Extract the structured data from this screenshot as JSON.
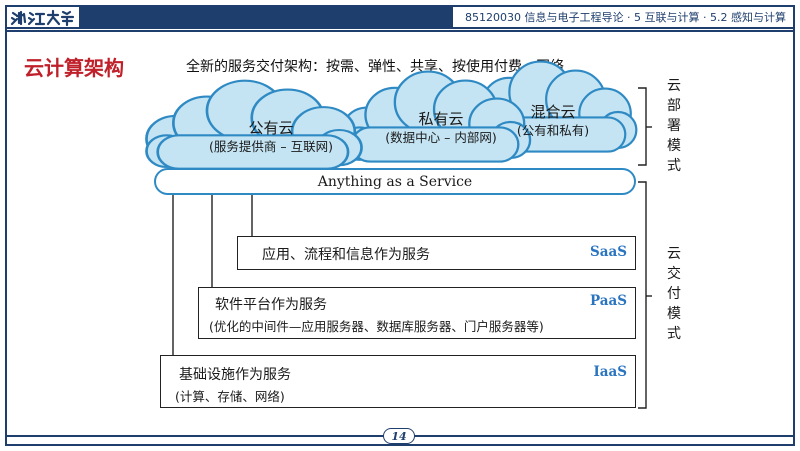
{
  "header": {
    "course_info": "85120030  信息与电子工程导论 · 5 互联与计算 · 5.2 感知与计算"
  },
  "slide": {
    "title": "云计算架构",
    "subtitle": "全新的服务交付架构：按需、弹性、共享、按使用付费、网络",
    "page_number": "14"
  },
  "deployment": {
    "clouds": [
      {
        "title": "公有云",
        "subtitle": "(服务提供商 – 互联网)"
      },
      {
        "title": "私有云",
        "subtitle": "(数据中心 – 内部网)"
      },
      {
        "title": "混合云",
        "subtitle": "(公有和私有)"
      }
    ],
    "label_chars": [
      "云",
      "部",
      "署",
      "模",
      "式"
    ]
  },
  "service_bar": {
    "label": "Anything as a Service"
  },
  "delivery": {
    "layers": [
      {
        "name": "应用、流程和信息作为服务",
        "code": "SaaS",
        "desc": ""
      },
      {
        "name": "软件平台作为服务",
        "code": "PaaS",
        "desc": "(优化的中间件—应用服务器、数据库服务器、门户服务器等)"
      },
      {
        "name": "基础设施作为服务",
        "code": "IaaS",
        "desc": "(计算、存储、网络)"
      }
    ],
    "label_chars": [
      "云",
      "交",
      "付",
      "模",
      "式"
    ]
  },
  "colors": {
    "header_blue": "#1e3f6e",
    "title_red": "#c0202a",
    "cloud_fill": "#c4e4f3",
    "cloud_stroke": "#2f8ac4",
    "code_blue": "#2a74c0"
  }
}
